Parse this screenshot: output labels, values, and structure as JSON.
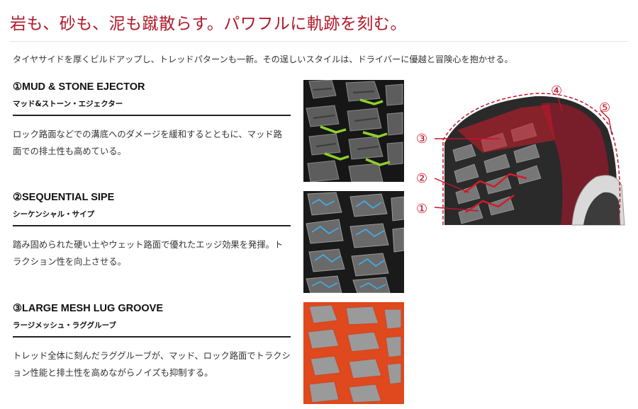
{
  "headline": "岩も、砂も、泥も蹴散らす。パワフルに軌跡を刻む。",
  "intro": "タイヤサイドを厚くビルドアップし、トレッドパターンも一新。その逞しいスタイルは、ドライバーに優越と冒険心を抱かせる。",
  "features": [
    {
      "title": "①MUD & STONE EJECTOR",
      "subtitle": "マッド&ストーン・エジェクター",
      "description": "ロック路面などでの溝底へのダメージを緩和するとともに、マッド路面での排土性も高めている。",
      "highlight_color": "#8fd12b"
    },
    {
      "title": "②SEQUENTIAL SIPE",
      "subtitle": "シーケンシャル・サイプ",
      "description": "踏み固められた硬い土やウェット路面で優れたエッジ効果を発揮。トラクション性を向上させる。",
      "highlight_color": "#47a9de"
    },
    {
      "title": "③LARGE MESH LUG GROOVE",
      "subtitle": "ラージメッシュ・ラググルーブ",
      "description": "トレッド全体に刻んだラググルーブが、マッド、ロック路面でトラクション性能と排土性を高めながらノイズも抑制する。",
      "highlight_color": "#e0481e"
    }
  ],
  "diagram": {
    "callouts": [
      "①",
      "②",
      "③",
      "④",
      "⑤"
    ],
    "callout_color": "#c4122a"
  }
}
